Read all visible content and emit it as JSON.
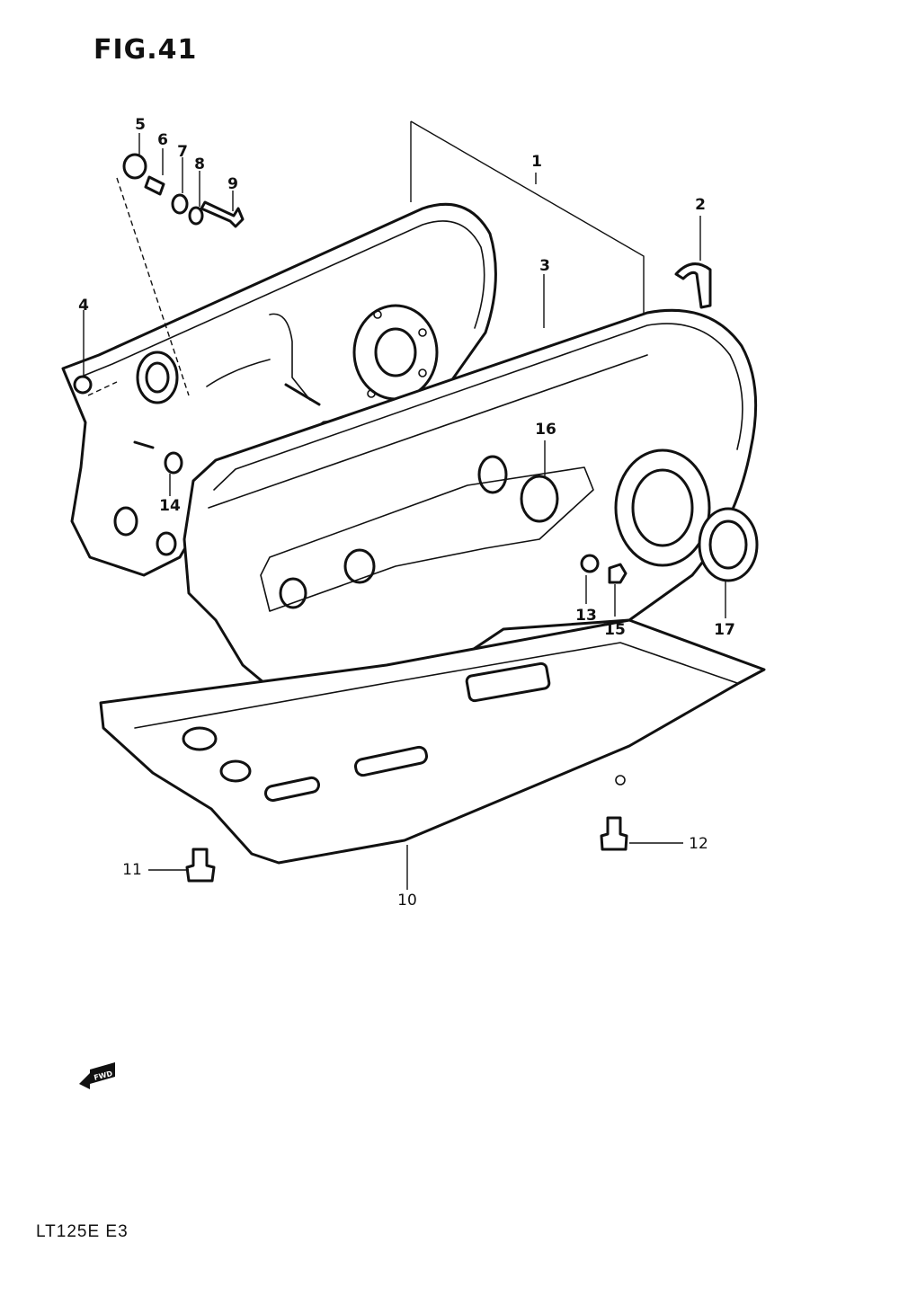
{
  "figure_title": "FIG.41",
  "model_code": "LT125E E3",
  "callouts": [
    "1",
    "2",
    "3",
    "4",
    "5",
    "6",
    "7",
    "8",
    "9",
    "10",
    "11",
    "12",
    "13",
    "14",
    "15",
    "16",
    "17"
  ],
  "fwd_label": "FWD"
}
